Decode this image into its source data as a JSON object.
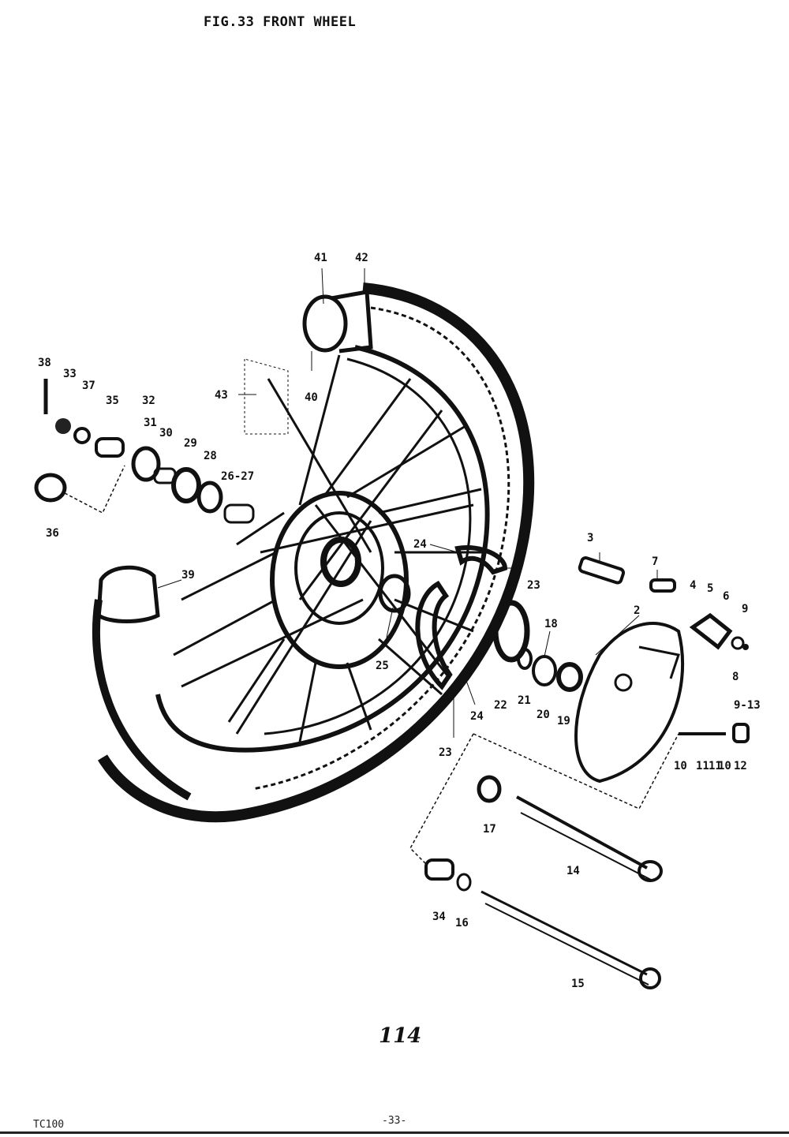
{
  "title": "FIG.33  FRONT WHEEL",
  "page_code": "114",
  "footer": {
    "model": "TC100",
    "page_number": "-33-"
  },
  "callouts": [
    "41",
    "42",
    "38",
    "33",
    "37",
    "35",
    "32",
    "31",
    "30",
    "29",
    "28",
    "26-27",
    "43",
    "40",
    "36",
    "39",
    "3",
    "7",
    "4",
    "5",
    "6",
    "9",
    "2",
    "24",
    "23",
    "18",
    "25",
    "22",
    "21",
    "20",
    "19",
    "8",
    "9-13",
    "24",
    "23",
    "10",
    "11",
    "11",
    "10",
    "12",
    "17",
    "14",
    "34",
    "16",
    "15"
  ]
}
